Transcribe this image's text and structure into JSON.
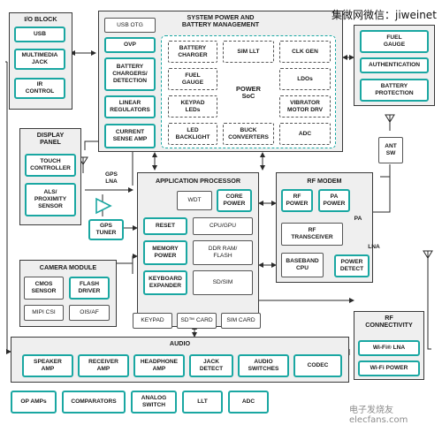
{
  "watermark": "集微网微信：jiweinet",
  "footer_watermark": "电子发烧友 elecfans.com",
  "io_block": {
    "title": "I/O BLOCK",
    "items": [
      "USB",
      "MULTIMEDIA\nJACK",
      "IR\nCONTROL"
    ]
  },
  "system_power": {
    "title": "SYSTEM POWER AND\nBATTERY MANAGEMENT",
    "left": [
      "USB OTG",
      "OVP",
      "BATTERY\nCHARGERS/\nDETECTION",
      "LINEAR\nREGULATORS",
      "CURRENT\nSENSE AMP"
    ],
    "soc_grid": [
      "BATTERY\nCHARGER",
      "SIM LLT",
      "CLK GEN",
      "FUEL\nGAUGE",
      "LDOs",
      "KEYPAD\nLEDs",
      "VIBRATOR\nMOTOR DRV",
      "LED\nBACKLIGHT",
      "BUCK\nCONVERTERS",
      "ADC"
    ],
    "soc_label": "POWER\nSoC"
  },
  "right_top": {
    "items": [
      "FUEL\nGAUGE",
      "AUTHENTICATION",
      "BATTERY\nPROTECTION"
    ]
  },
  "display_panel": {
    "title": "DISPLAY\nPANEL",
    "items": [
      "TOUCH\nCONTROLLER",
      "ALS/\nPROXIMITY\nSENSOR"
    ]
  },
  "gps": {
    "lna_label": "GPS\nLNA",
    "tuner": "GPS\nTUNER"
  },
  "app_processor": {
    "title": "APPLICATION PROCESSOR",
    "items": [
      "WDT",
      "CORE\nPOWER",
      "RESET",
      "CPU/GPU",
      "MEMORY\nPOWER",
      "DDR RAM/\nFLASH",
      "KEYBOARD\nEXPANDER",
      "SD/SIM"
    ],
    "bottom": [
      "KEYPAD",
      "SD™ CARD",
      "SIM CARD"
    ]
  },
  "ant_sw": "ANT\nSW",
  "rf_modem": {
    "title": "RF MODEM",
    "items": [
      "RF\nPOWER",
      "PA\nPOWER",
      "RF\nTRANSCEIVER",
      "BASEBAND\nCPU",
      "POWER\nDETECT"
    ],
    "pa": "PA",
    "lna": "LNA"
  },
  "camera_module": {
    "title": "CAMERA MODULE",
    "items": [
      "CMOS\nSENSOR",
      "FLASH\nDRIVER",
      "MIPI CSI",
      "OIS/AF"
    ]
  },
  "rf_connectivity": {
    "title": "RF\nCONNECTIVITY",
    "items": [
      "Wi-Fi® LNA",
      "Wi-Fi POWER"
    ]
  },
  "audio": {
    "title": "AUDIO",
    "items": [
      "SPEAKER\nAMP",
      "RECEIVER\nAMP",
      "HEADPHONE\nAMP",
      "JACK\nDETECT",
      "AUDIO\nSWITCHES",
      "CODEC"
    ]
  },
  "bottom_row": [
    "OP AMPs",
    "COMPARATORS",
    "ANALOG\nSWITCH",
    "LLT",
    "ADC"
  ],
  "colors": {
    "accent": "#1aa7a2",
    "panel": "#efefef",
    "line": "#2a2a2a"
  }
}
